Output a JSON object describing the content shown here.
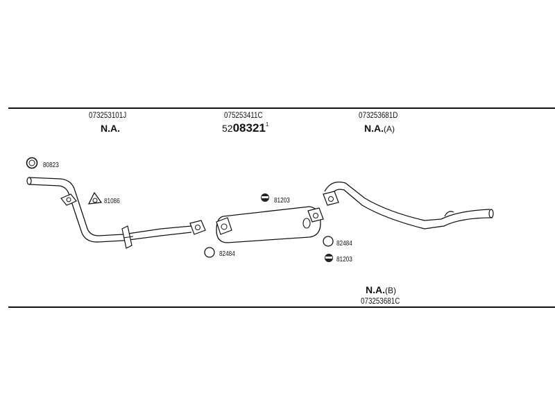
{
  "parts": {
    "front_pipe": {
      "code": "073253101J",
      "status": "N.A."
    },
    "middle_silencer": {
      "code": "075253411C",
      "prefix": "52",
      "number": "08321",
      "superscript": "1"
    },
    "rear_pipe_a": {
      "code": "073253681D",
      "status": "N.A.",
      "variant": "(A)"
    },
    "rear_pipe_b": {
      "code": "073253681C",
      "status": "N.A.",
      "variant": "(B)"
    }
  },
  "fittings": {
    "f80823": "80823",
    "f81086": "81086",
    "f82484_left": "82484",
    "f81203_top": "81203",
    "f82484_right": "82484",
    "f81203_bottom": "81203"
  }
}
